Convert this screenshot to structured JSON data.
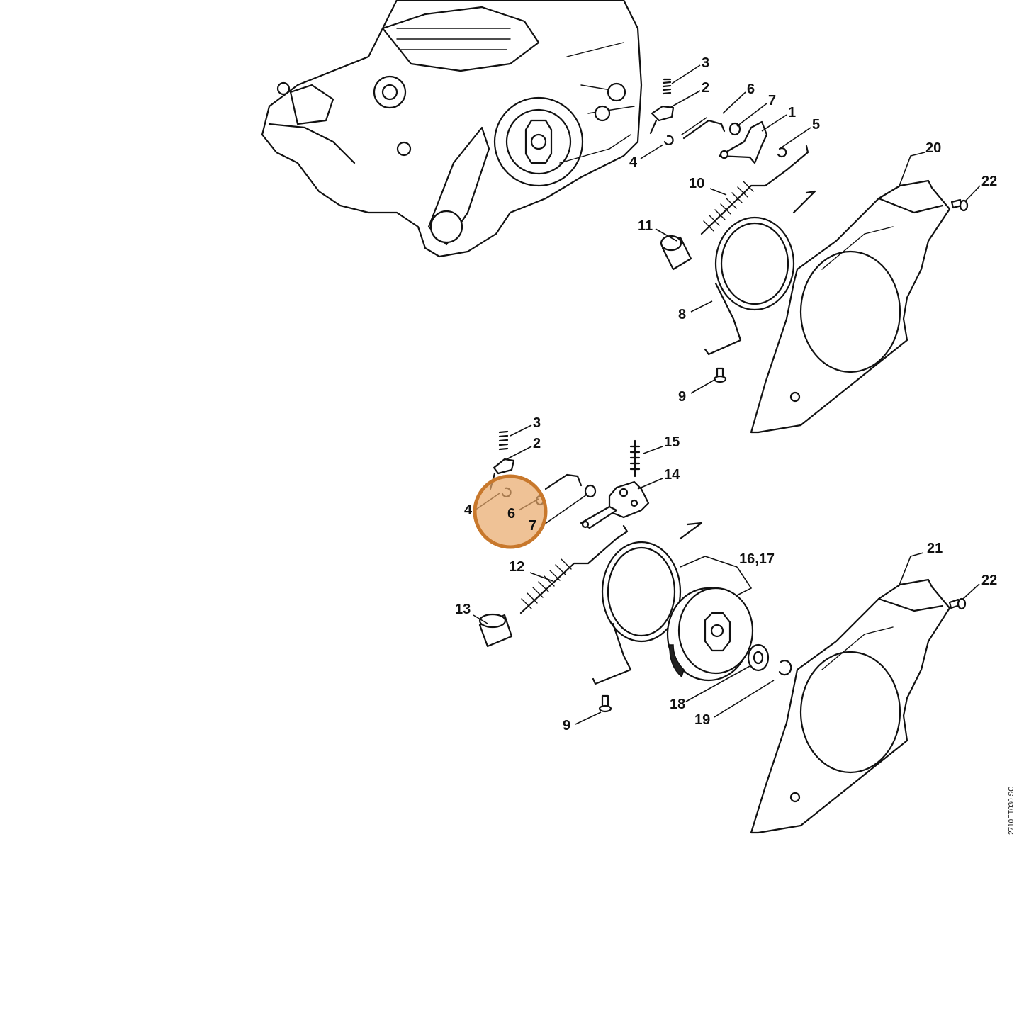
{
  "callouts": {
    "top": {
      "c3": "3",
      "c2": "2",
      "c6": "6",
      "c7": "7",
      "c1": "1",
      "c5": "5",
      "c4": "4",
      "c20": "20",
      "c22": "22",
      "c10": "10",
      "c11": "11",
      "c8": "8",
      "c9": "9"
    },
    "bottom": {
      "c3": "3",
      "c2": "2",
      "c15": "15",
      "c14": "14",
      "c4": "4",
      "c6": "6",
      "c7": "7",
      "c21": "21",
      "c22": "22",
      "c16_17": "16,17",
      "c12": "12",
      "c13": "13",
      "c18": "18",
      "c19": "19",
      "c9": "9"
    }
  },
  "drawing_code": "2710ET030 SC",
  "highlight": {
    "color": "#c8782c",
    "fill": "#e8a86a",
    "opacity": 0.7,
    "target_parts": [
      "4",
      "6",
      "7"
    ]
  }
}
